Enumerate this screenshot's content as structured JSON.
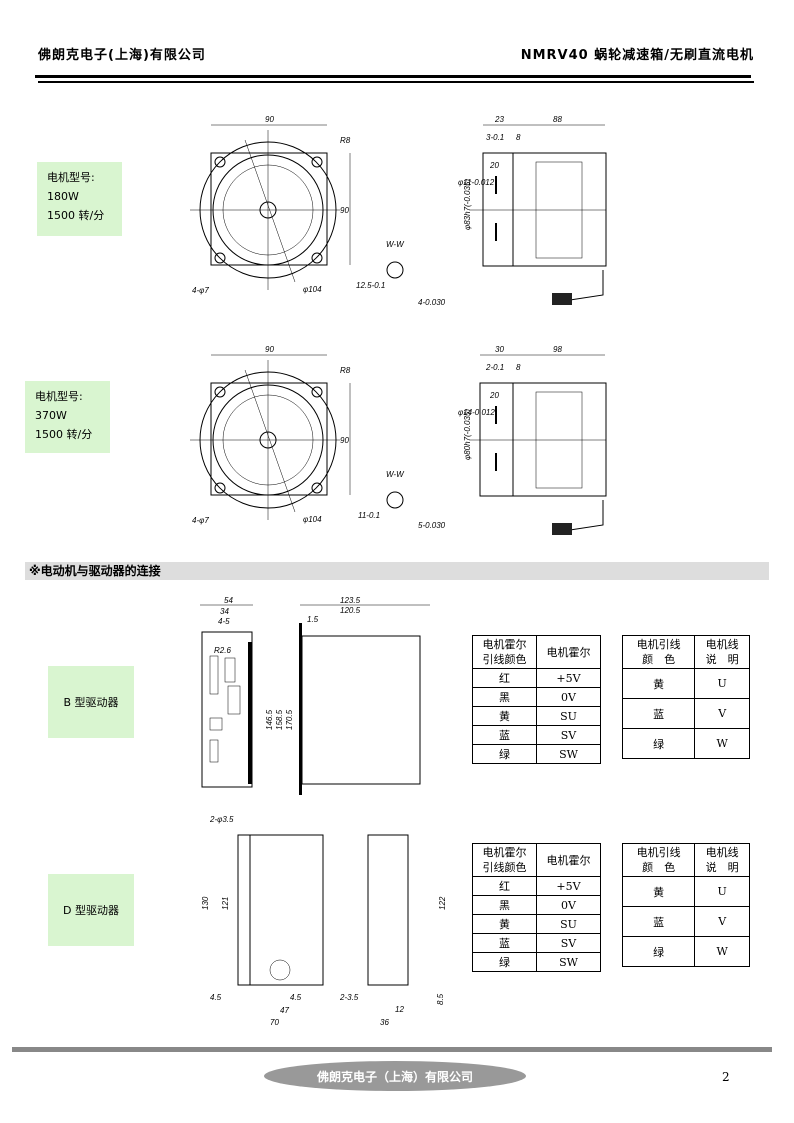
{
  "header": {
    "company": "佛朗克电子(上海)有限公司",
    "product": "NMRV40 蜗轮减速箱/无刷直流电机"
  },
  "motors": [
    {
      "label_title": "电机型号:",
      "power": "180W",
      "speed": "1500 转/分",
      "dims": {
        "width": "90",
        "radius": "R8",
        "height": "90",
        "holes": "4-φ7",
        "pcd": "φ104",
        "shaft_len": "23",
        "body_len": "88",
        "key_tol": "3-0.1",
        "key_w": "8",
        "key_len": "20",
        "shaft_dia": "φ11-0.012",
        "pilot": "φ83h7(-0.035)",
        "section": "W-W",
        "key_depth": "12.5-0.1",
        "key_width": "4-0.030",
        "w": "W"
      }
    },
    {
      "label_title": "电机型号:",
      "power": "370W",
      "speed": "1500 转/分",
      "dims": {
        "width": "90",
        "radius": "R8",
        "height": "90",
        "holes": "4-φ7",
        "pcd": "φ104",
        "shaft_len": "30",
        "body_len": "98",
        "key_tol": "2-0.1",
        "key_w": "8",
        "key_len": "20",
        "shaft_dia": "φ14-0.012",
        "pilot": "φ80h7(-0.035)",
        "section": "W-W",
        "key_depth": "11-0.1",
        "key_width": "5-0.030",
        "w": "W"
      }
    }
  ],
  "section_title": "※电动机与驱动器的连接",
  "drivers": [
    {
      "label": "B 型驱动器",
      "dims": {
        "w1": "54",
        "w2": "34",
        "w3": "4-5",
        "r": "R2.6",
        "h1": "146.5",
        "h2": "158.5",
        "h3": "170.5",
        "d1": "123.5",
        "d2": "120.5",
        "d3": "1.5"
      }
    },
    {
      "label": "D 型驱动器",
      "dims": {
        "holes": "2-φ3.5",
        "h1": "130",
        "h2": "121",
        "b1": "4.5",
        "b2": "4.5",
        "b3": "47",
        "b4": "70",
        "s1": "2-3.5",
        "s2": "12",
        "s3": "36",
        "s4": "122",
        "s5": "8.5"
      }
    }
  ],
  "hall_table": {
    "headers": [
      "电机霍尔\n引线颜色",
      "电机霍尔"
    ],
    "rows": [
      [
        "红",
        "+5V"
      ],
      [
        "黑",
        "0V"
      ],
      [
        "黄",
        "SU"
      ],
      [
        "蓝",
        "SV"
      ],
      [
        "绿",
        "SW"
      ]
    ]
  },
  "phase_table": {
    "headers": [
      "电机引线\n颜　色",
      "电机线\n说　明"
    ],
    "rows": [
      [
        "黄",
        "U"
      ],
      [
        "蓝",
        "V"
      ],
      [
        "绿",
        "W"
      ]
    ]
  },
  "footer": {
    "company": "佛朗克电子（上海）有限公司",
    "page": "2"
  }
}
